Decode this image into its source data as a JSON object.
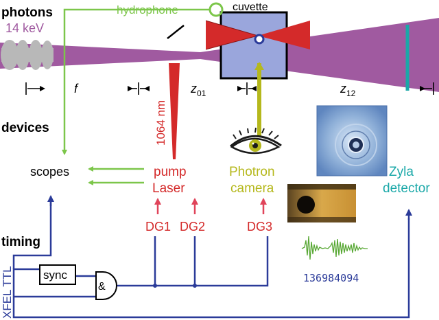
{
  "labels": {
    "photons": "photons",
    "photon_energy": "14 keV",
    "hydrophone": "hydrophone",
    "cuvette": "cuvette",
    "focal_length": "f",
    "z01": "z",
    "z01_sub": "01",
    "z12": "z",
    "z12_sub": "12",
    "wavelength": "1064 nm",
    "devices": "devices",
    "scopes": "scopes",
    "pump_line1": "pump",
    "pump_line2": "Laser",
    "camera_line1": "Photron",
    "camera_line2": "camera",
    "zyla_line1": "Zyla",
    "zyla_line2": "detector",
    "timing": "timing",
    "dg1": "DG1",
    "dg2": "DG2",
    "dg3": "DG3",
    "sync": "sync",
    "and_gate": "&",
    "xfel_ttl": "XFEL TTL",
    "counter": "136984094"
  },
  "colors": {
    "photon_beam": "#a05aa0",
    "photon_text": "#a05aa0",
    "hydrophone": "#7cc64a",
    "laser_red": "#d42a2a",
    "camera_yellow": "#b5b81c",
    "zyla_teal": "#1aa8a8",
    "timing_blue": "#2b3b99",
    "cuvette_fill": "#9aa6dc",
    "lens_gray": "#b8b8b8"
  }
}
